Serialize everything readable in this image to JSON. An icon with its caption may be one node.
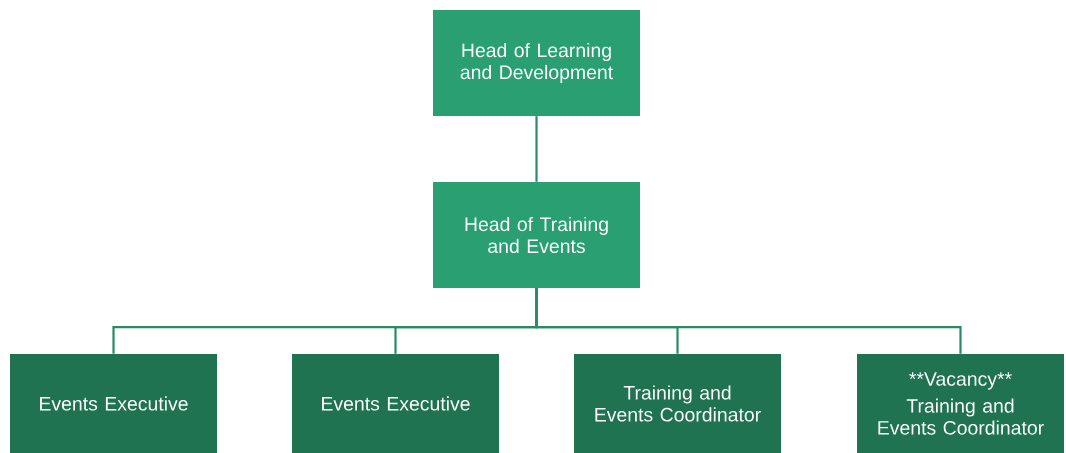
{
  "diagram": {
    "nodes": [
      {
        "text": [
          "Head of Learning and Development"
        ]
      },
      {
        "text": [
          "Head of Training and Events"
        ]
      },
      {
        "text": [
          "Events Executive"
        ]
      },
      {
        "text": [
          "Events Executive"
        ]
      },
      {
        "text": [
          "Training and Events Coordinator"
        ]
      },
      {
        "text": [
          "**Vacancy**",
          "Training and Events Coordinator"
        ]
      }
    ],
    "edges": [
      {
        "from": 0,
        "to": 1,
        "arrow": "none"
      },
      {
        "from": 1,
        "to": 2,
        "arrow": "none"
      },
      {
        "from": 1,
        "to": 3,
        "arrow": "none"
      },
      {
        "from": 1,
        "to": 4,
        "arrow": "none"
      },
      {
        "from": 1,
        "to": 5,
        "arrow": "none"
      }
    ]
  }
}
